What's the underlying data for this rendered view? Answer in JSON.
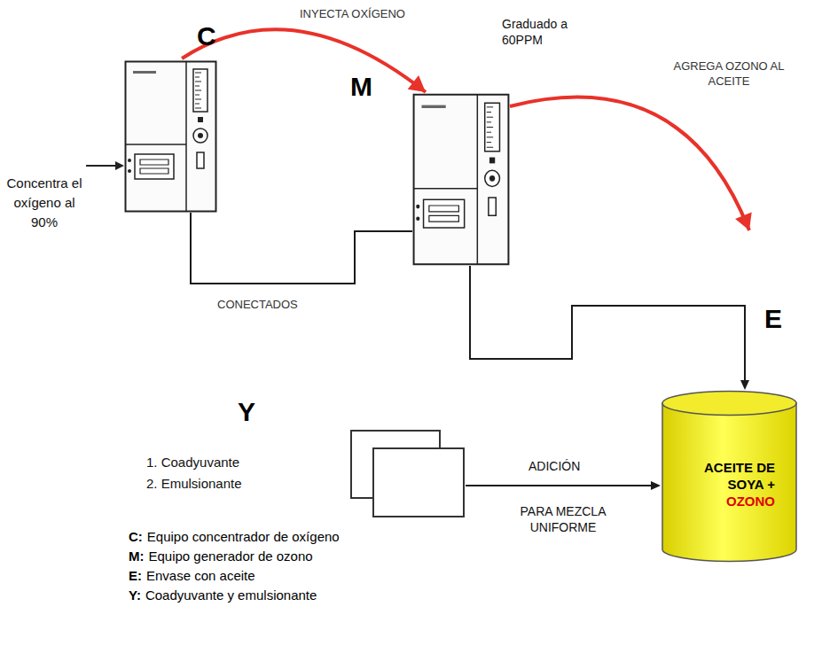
{
  "diagram": {
    "nodes": [
      {
        "text": [
          "C"
        ]
      },
      {
        "text": [
          "M"
        ]
      },
      {
        "text": [
          "E",
          "ACEITE DE SOYA +",
          "OZONO"
        ]
      },
      {
        "text": [
          "Y",
          "1. Coadyuvante",
          "2. Emulsionante"
        ]
      }
    ],
    "edges": [
      {
        "from": 0,
        "to": 1,
        "arrow": "to",
        "label": "INYECTA OXÍGENO"
      },
      {
        "from": 0,
        "to": 1,
        "arrow": "none",
        "label": "CONECTADOS"
      },
      {
        "from": 1,
        "to": 2,
        "arrow": "to"
      },
      {
        "from": 1,
        "to": 2,
        "arrow": "to",
        "label": "AGREGA OZONO AL ACEITE"
      },
      {
        "from": 3,
        "to": 2,
        "arrow": "to",
        "label": "ADICIÓN"
      }
    ],
    "labels": [
      "Concentra el oxígeno al 90%",
      "Graduado a 60PPM",
      "PARA MEZCLA UNIFORME",
      "C:",
      "Equipo concentrador de oxígeno",
      "M:",
      "Equipo generador de ozono",
      "E:",
      "Envase con aceite",
      "Y:",
      "Coadyuvante y emulsionante"
    ]
  }
}
